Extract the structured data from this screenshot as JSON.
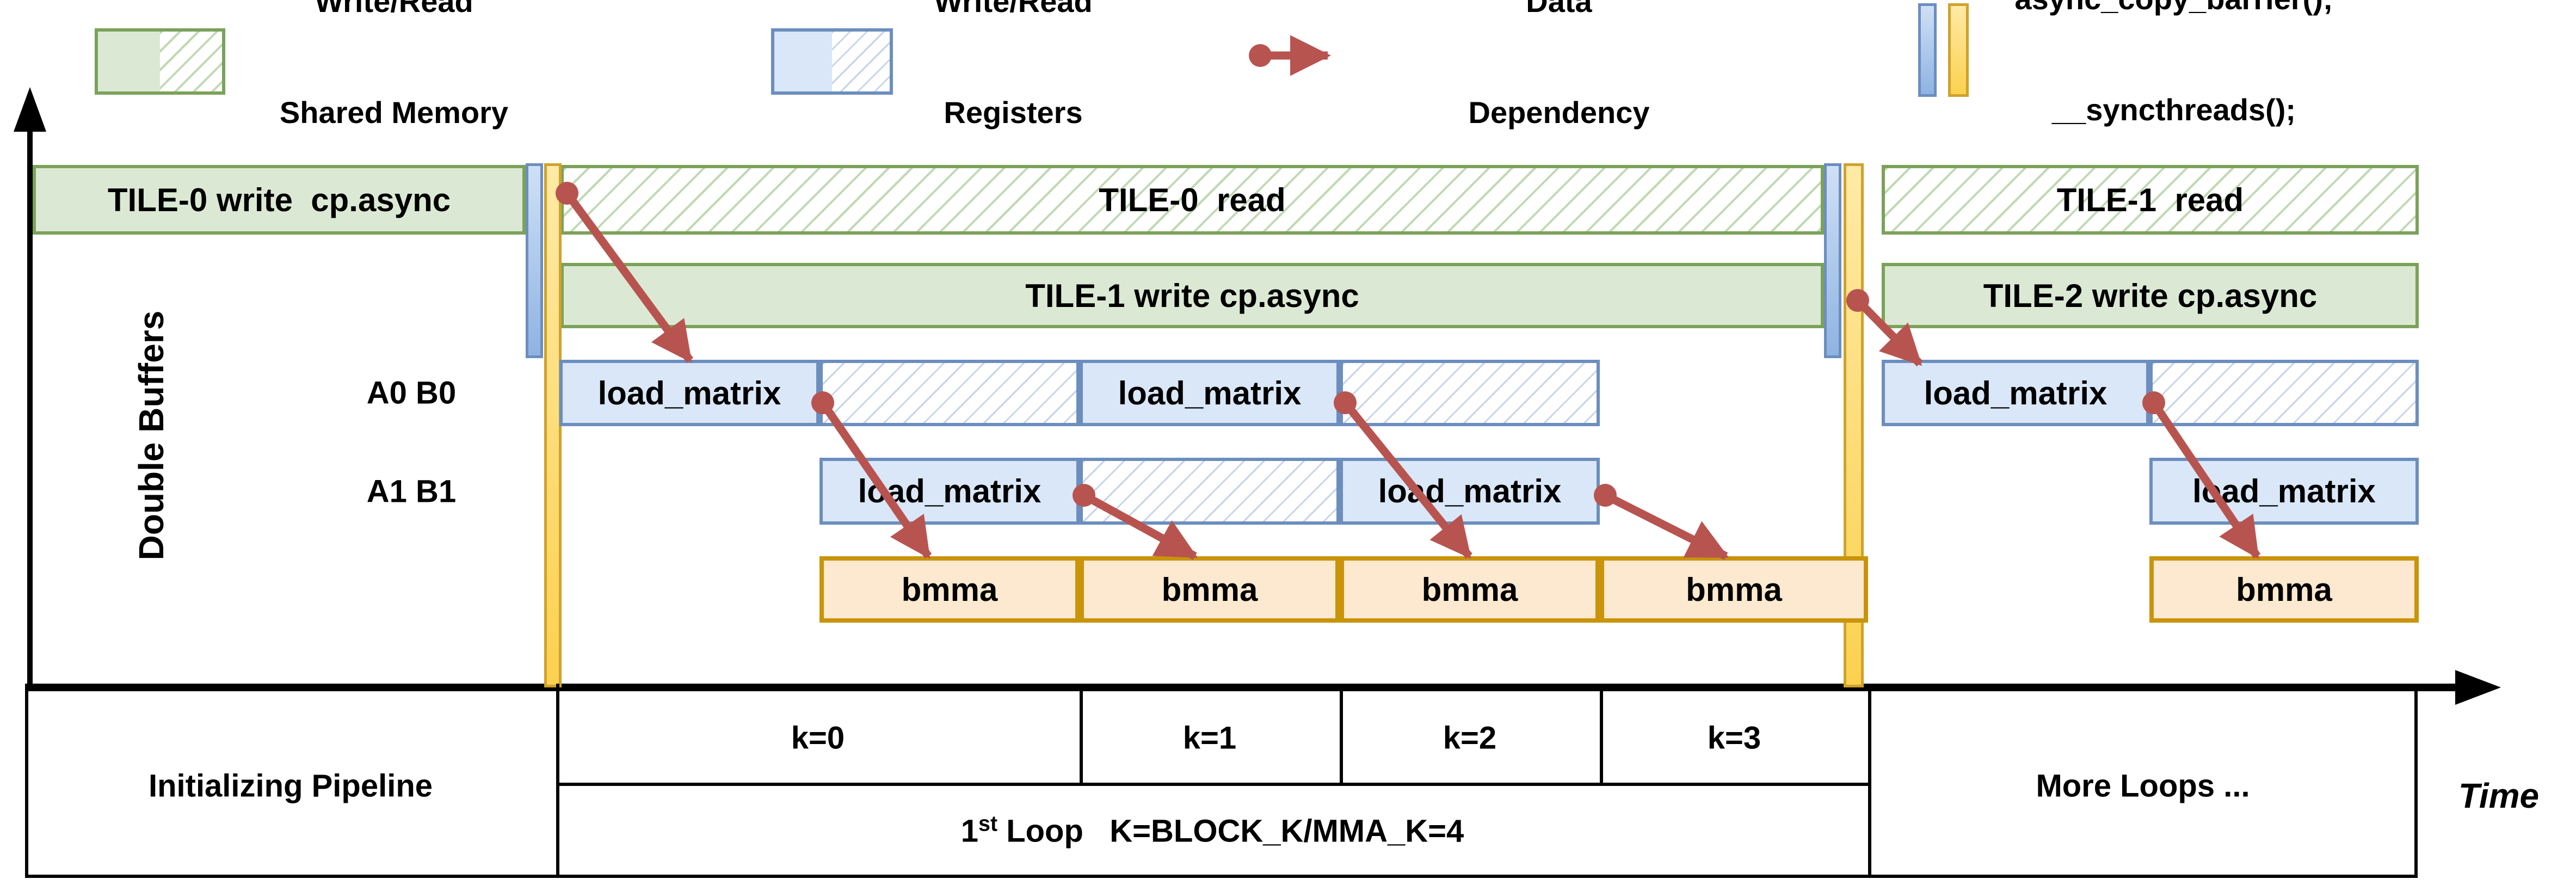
{
  "legend": {
    "shared_memory": {
      "line1": "Write/Read",
      "line2": "Shared Memory"
    },
    "registers": {
      "line1": "Write/Read",
      "line2": "Registers"
    },
    "dependency": {
      "line1": "Data",
      "line2": "Dependency"
    },
    "barrier": {
      "line1": "async_copy_barrier();",
      "line2": "__syncthreads();"
    }
  },
  "rows": {
    "row1": {
      "write_label": "TILE-0 write  cp.async",
      "read_label": "TILE-0  read",
      "read2_label": "TILE-1  read"
    },
    "row2": {
      "write_label": "TILE-1 write cp.async",
      "write2_label": "TILE-2 write cp.async"
    },
    "buffer_a_label": "A0 B0",
    "buffer_b_label": "A1 B1",
    "load_matrix_label": "load_matrix",
    "bmma_label": "bmma"
  },
  "axis": {
    "y_label": "Double Buffers",
    "time_label": "Time"
  },
  "table": {
    "init_label": "Initializing Pipeline",
    "k_labels": [
      "k=0",
      "k=1",
      "k=2",
      "k=3"
    ],
    "loop": {
      "num": "1",
      "sup": "st",
      "rest": " Loop   K=BLOCK_K/MMA_K=4"
    },
    "more_label": "More Loops ..."
  },
  "colors": {
    "green_fill": "#dbe9d4",
    "green_border": "#7ba25a",
    "blue_fill": "#d9e7f8",
    "blue_border": "#6c8ebf",
    "orange_fill": "#fde8d0",
    "orange_border": "#c9940a",
    "barrier_yellow": "#fbd14f",
    "barrier_yellow_border": "#cfa22b",
    "barrier_blue": "#a8c3e8",
    "dependency_arrow": "#b85450",
    "axis_black": "#000000"
  }
}
